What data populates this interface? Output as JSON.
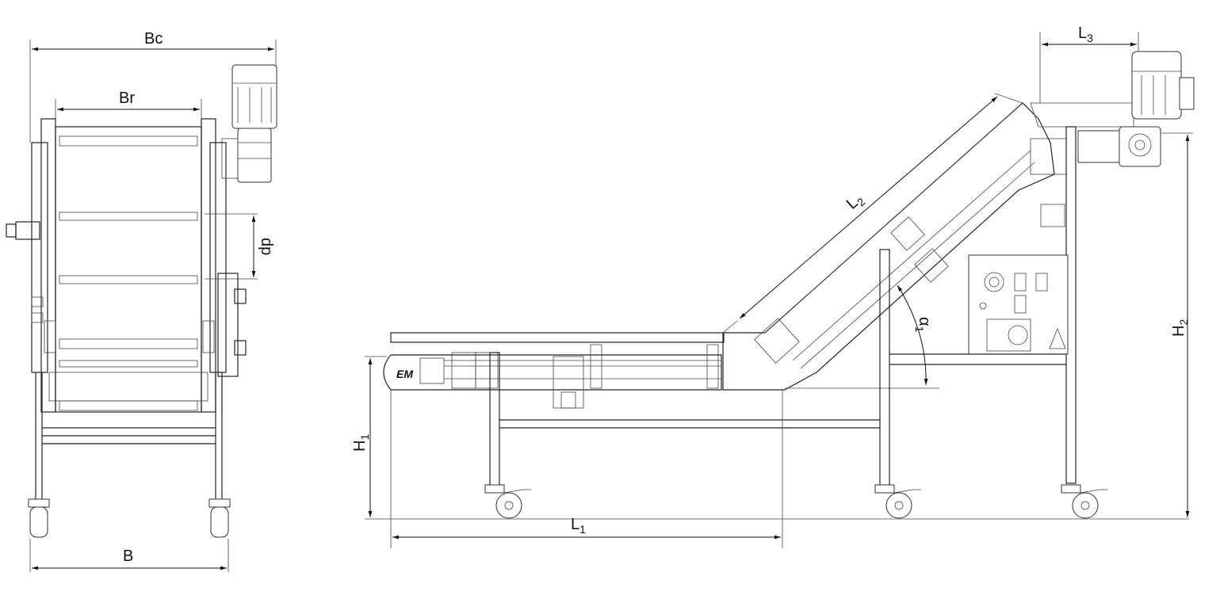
{
  "dimensions": {
    "Bc": "Bc",
    "Br": "Br",
    "dp": "dp",
    "B": "B",
    "L2": {
      "main": "L",
      "sub": "2"
    },
    "L3": {
      "main": "L",
      "sub": "3"
    },
    "L1": {
      "main": "L",
      "sub": "1"
    },
    "H1": {
      "main": "H",
      "sub": "1"
    },
    "H2": {
      "main": "H",
      "sub": "2"
    },
    "a1": {
      "main": "α",
      "sub": "1"
    }
  },
  "logo": "EM"
}
